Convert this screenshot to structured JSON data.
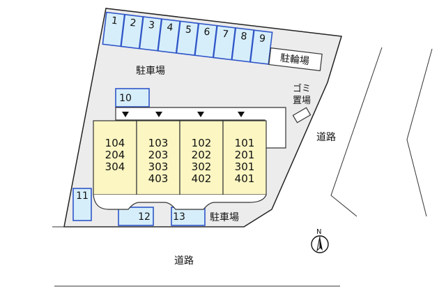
{
  "labels": {
    "parking_north": "駐車場",
    "parking_south": "駐車場",
    "bicycle_parking": "駐輪場",
    "garbage_line1": "ゴミ",
    "garbage_line2": "置場",
    "road_east": "道路",
    "road_south": "道路",
    "north": "N"
  },
  "parking_top": [
    "1",
    "2",
    "3",
    "4",
    "5",
    "6",
    "7",
    "8",
    "9"
  ],
  "parking_other": {
    "slot_10": "10",
    "slot_11": "11",
    "slot_12": "12",
    "slot_13": "13"
  },
  "buildings": [
    {
      "units": [
        "104",
        "204",
        "304"
      ]
    },
    {
      "units": [
        "103",
        "203",
        "303",
        "403"
      ]
    },
    {
      "units": [
        "102",
        "202",
        "302",
        "402"
      ]
    },
    {
      "units": [
        "101",
        "201",
        "301",
        "401"
      ]
    }
  ],
  "colors": {
    "slot_fill": "#d6eefa",
    "slot_stroke": "#2f55c8",
    "lot_fill": "#ececec",
    "unit_fill": "#fbf6c2"
  }
}
